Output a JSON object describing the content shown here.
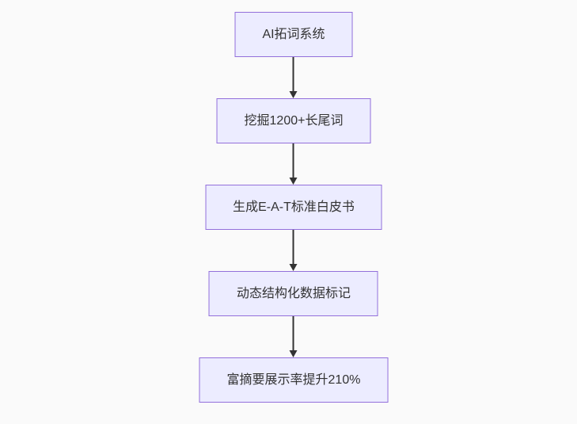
{
  "diagram": {
    "type": "flowchart",
    "direction": "top-down",
    "nodes": [
      {
        "id": "n1",
        "label": "AI拓词系统"
      },
      {
        "id": "n2",
        "label": "挖掘1200+长尾词"
      },
      {
        "id": "n3",
        "label": "生成E-A-T标准白皮书"
      },
      {
        "id": "n4",
        "label": "动态结构化数据标记"
      },
      {
        "id": "n5",
        "label": "富摘要展示率提升210%"
      }
    ],
    "edges": [
      {
        "from": "n1",
        "to": "n2"
      },
      {
        "from": "n2",
        "to": "n3"
      },
      {
        "from": "n3",
        "to": "n4"
      },
      {
        "from": "n4",
        "to": "n5"
      }
    ],
    "colors": {
      "background": "#FAFAFA",
      "node_fill": "#ECECFF",
      "node_border": "#9370DB",
      "text": "#333333",
      "arrow": "#333333"
    }
  }
}
